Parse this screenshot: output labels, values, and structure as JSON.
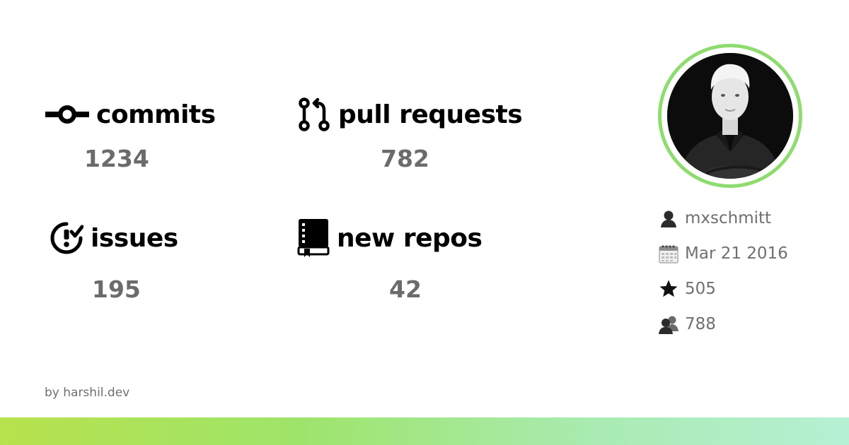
{
  "stats": {
    "commits": {
      "label": "commits",
      "value": "1234",
      "icon": "commit-icon"
    },
    "pull_requests": {
      "label": "pull requests",
      "value": "782",
      "icon": "pull-request-icon"
    },
    "issues": {
      "label": "issues",
      "value": "195",
      "icon": "issue-icon"
    },
    "new_repos": {
      "label": "new repos",
      "value": "42",
      "icon": "repo-icon"
    }
  },
  "profile": {
    "username": "mxschmitt",
    "joined": "Mar 21 2016",
    "stars": "505",
    "followers": "788",
    "avatar_ring_color": "#8edc6e"
  },
  "footer": {
    "credit": "by harshil.dev",
    "gradient_colors": [
      "#b8e24d",
      "#9ee46a",
      "#a9ebb2",
      "#b6f0d4"
    ]
  }
}
